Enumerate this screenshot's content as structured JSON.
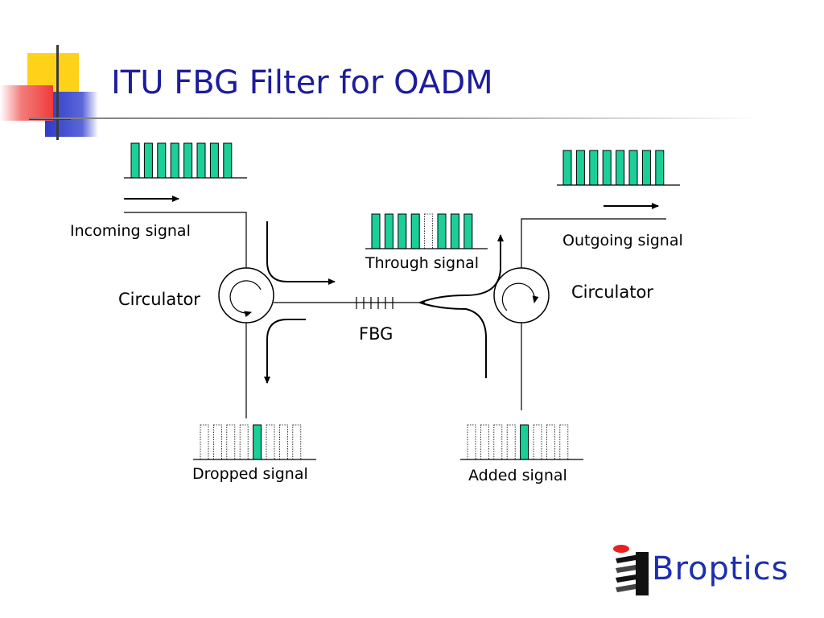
{
  "slide": {
    "title": "ITU FBG Filter for OADM"
  },
  "labels": {
    "incoming": "Incoming signal",
    "through": "Through signal",
    "outgoing": "Outgoing signal",
    "dropped": "Dropped signal",
    "added": "Added signal",
    "circulator_left": "Circulator",
    "circulator_right": "Circulator",
    "fbg": "FBG"
  },
  "spectra": {
    "incoming": [
      1,
      1,
      1,
      1,
      1,
      1,
      1,
      1
    ],
    "through": [
      1,
      1,
      1,
      1,
      0,
      1,
      1,
      1
    ],
    "outgoing": [
      1,
      1,
      1,
      1,
      1,
      1,
      1,
      1
    ],
    "dropped": [
      0,
      0,
      0,
      0,
      1,
      0,
      0,
      0
    ],
    "added": [
      0,
      0,
      0,
      0,
      1,
      0,
      0,
      0
    ]
  },
  "logo": {
    "text": "Broptics"
  },
  "colors": {
    "channel_fill": "#1ccf98",
    "title": "#1c1c9c",
    "logo": "#1c2fae"
  }
}
